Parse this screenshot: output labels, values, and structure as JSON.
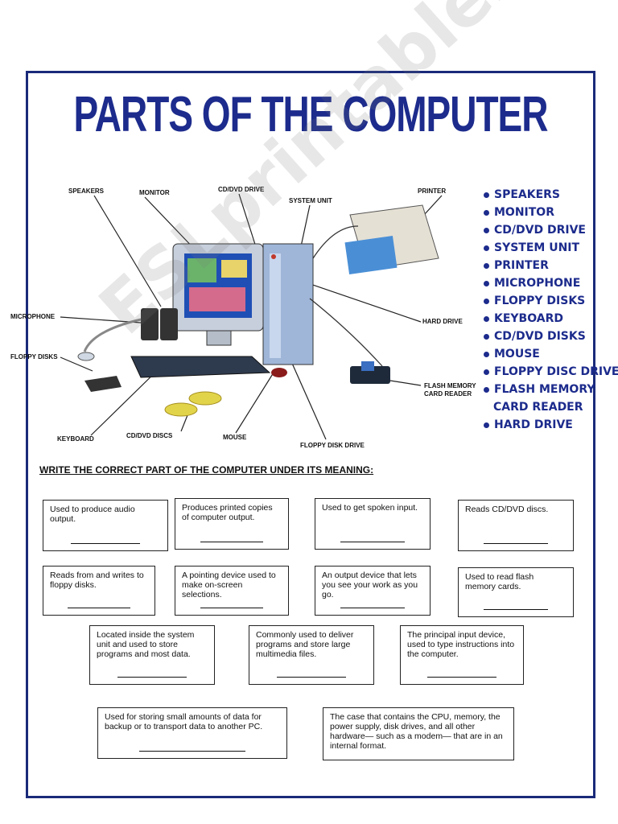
{
  "title": "PARTS OF THE COMPUTER",
  "diagram_labels": {
    "speakers": "SPEAKERS",
    "monitor": "MONITOR",
    "cd_dvd_drive": "CD/DVD DRIVE",
    "system_unit": "SYSTEM UNIT",
    "printer": "PRINTER",
    "microphone": "MICROPHONE",
    "floppy_disks": "FLOPPY DISKS",
    "hard_drive": "HARD DRIVE",
    "flash_memory": "FLASH MEMORY",
    "card_reader": "CARD READER",
    "keyboard": "KEYBOARD",
    "cd_dvd_discs": "CD/DVD DISCS",
    "mouse": "MOUSE",
    "floppy_disk_drive": "FLOPPY DISK DRIVE"
  },
  "parts_list": [
    "SPEAKERS",
    "MONITOR",
    "CD/DVD DRIVE",
    "SYSTEM UNIT",
    "PRINTER",
    "MICROPHONE",
    "FLOPPY DISKS",
    "KEYBOARD",
    "CD/DVD DISKS",
    "MOUSE",
    "FLOPPY DISC DRIVE",
    "FLASH MEMORY",
    "CARD READER",
    "HARD DRIVE"
  ],
  "instruction": "WRITE THE CORRECT PART OF THE COMPUTER UNDER ITS MEANING:",
  "definitions": [
    "Used to produce audio output.",
    "Produces printed copies of computer output.",
    "Used to get spoken input.",
    "Reads CD/DVD discs.",
    "Reads from and writes to floppy disks.",
    "A pointing device used to make on-screen selections.",
    "An output device that lets you see your work as you go.",
    "Used to read flash memory cards.",
    "Located inside the system unit and used to store programs and most data.",
    "Commonly used to deliver programs and store large multimedia files.",
    "The principal input device, used to type instructions into the computer.",
    "Used for storing small amounts of data for backup or to transport data to another PC.",
    "The case that contains the CPU, memory, the power supply, disk drives, and all other hardware— such as a modem— that are in an internal format."
  ],
  "watermark": "ESLprintables.com",
  "colors": {
    "title": "#1c2b8c",
    "border": "#1a2a7a"
  }
}
